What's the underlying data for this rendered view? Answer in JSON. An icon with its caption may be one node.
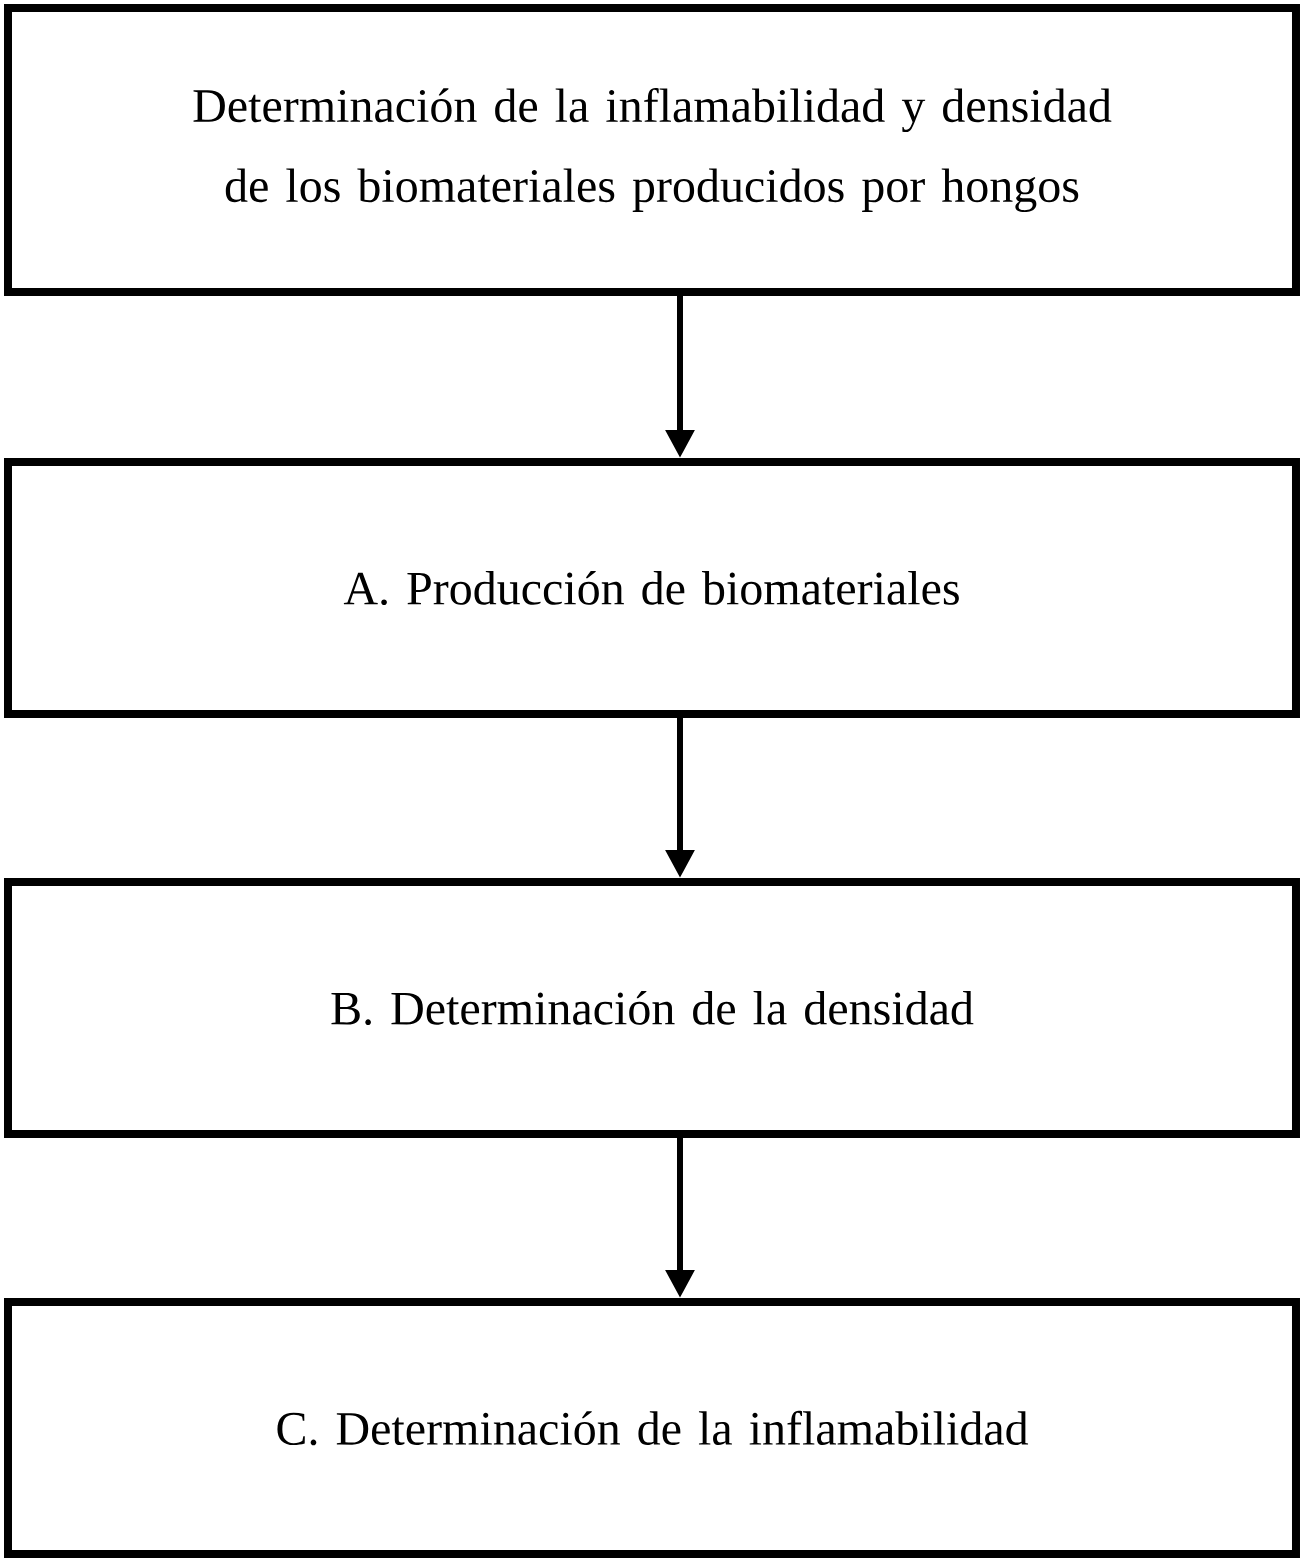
{
  "diagram": {
    "nodes": [
      {
        "text": [
          "Determinación de la inflamabilidad y densidad de los biomateriales producidos por hongos"
        ]
      },
      {
        "text": [
          "A. Producción de biomateriales"
        ]
      },
      {
        "text": [
          "B. Determinación de la densidad"
        ]
      },
      {
        "text": [
          "C. Determinación de la inflamabilidad"
        ]
      }
    ],
    "edges": [
      {
        "from": 0,
        "to": 1,
        "arrow": "to"
      },
      {
        "from": 1,
        "to": 2,
        "arrow": "to"
      },
      {
        "from": 2,
        "to": 3,
        "arrow": "to"
      }
    ]
  }
}
